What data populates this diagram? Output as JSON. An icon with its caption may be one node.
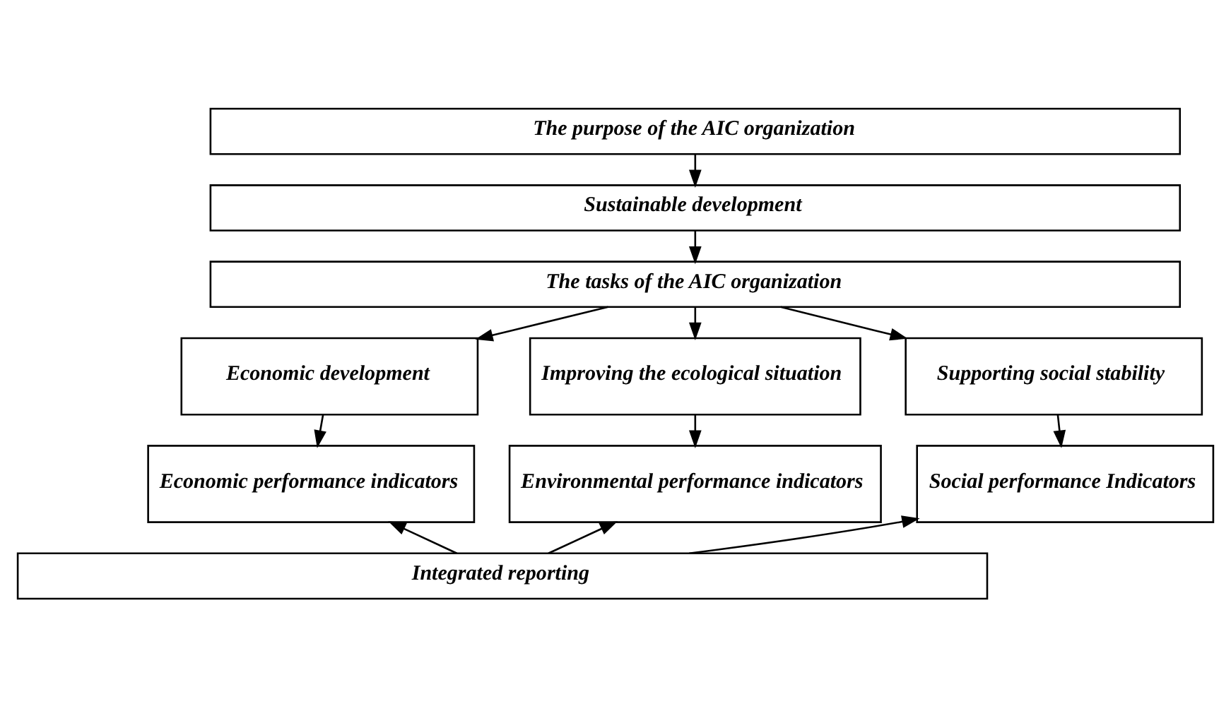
{
  "diagram": {
    "nodes": [
      {
        "text": [
          "The purpose of the AIC organization"
        ]
      },
      {
        "text": [
          "Sustainable development"
        ]
      },
      {
        "text": [
          "The tasks of the AIC organization"
        ]
      },
      {
        "text": [
          "Economic development"
        ]
      },
      {
        "text": [
          "Improving the ecological situation"
        ]
      },
      {
        "text": [
          "Supporting social stability"
        ]
      },
      {
        "text": [
          "Economic performance indicators"
        ]
      },
      {
        "text": [
          "Environmental performance indicators"
        ]
      },
      {
        "text": [
          "Social performance Indicators"
        ]
      },
      {
        "text": [
          "Integrated reporting"
        ]
      }
    ],
    "edges": [
      {
        "from": 0,
        "to": 1,
        "arrow": "to"
      },
      {
        "from": 1,
        "to": 2,
        "arrow": "to"
      },
      {
        "from": 2,
        "to": 3,
        "arrow": "to"
      },
      {
        "from": 2,
        "to": 4,
        "arrow": "to"
      },
      {
        "from": 2,
        "to": 5,
        "arrow": "to"
      },
      {
        "from": 3,
        "to": 6,
        "arrow": "to"
      },
      {
        "from": 4,
        "to": 7,
        "arrow": "to"
      },
      {
        "from": 5,
        "to": 8,
        "arrow": "to"
      },
      {
        "from": 9,
        "to": 6,
        "arrow": "to"
      },
      {
        "from": 9,
        "to": 7,
        "arrow": "to"
      },
      {
        "from": 9,
        "to": 8,
        "arrow": "to"
      }
    ]
  }
}
